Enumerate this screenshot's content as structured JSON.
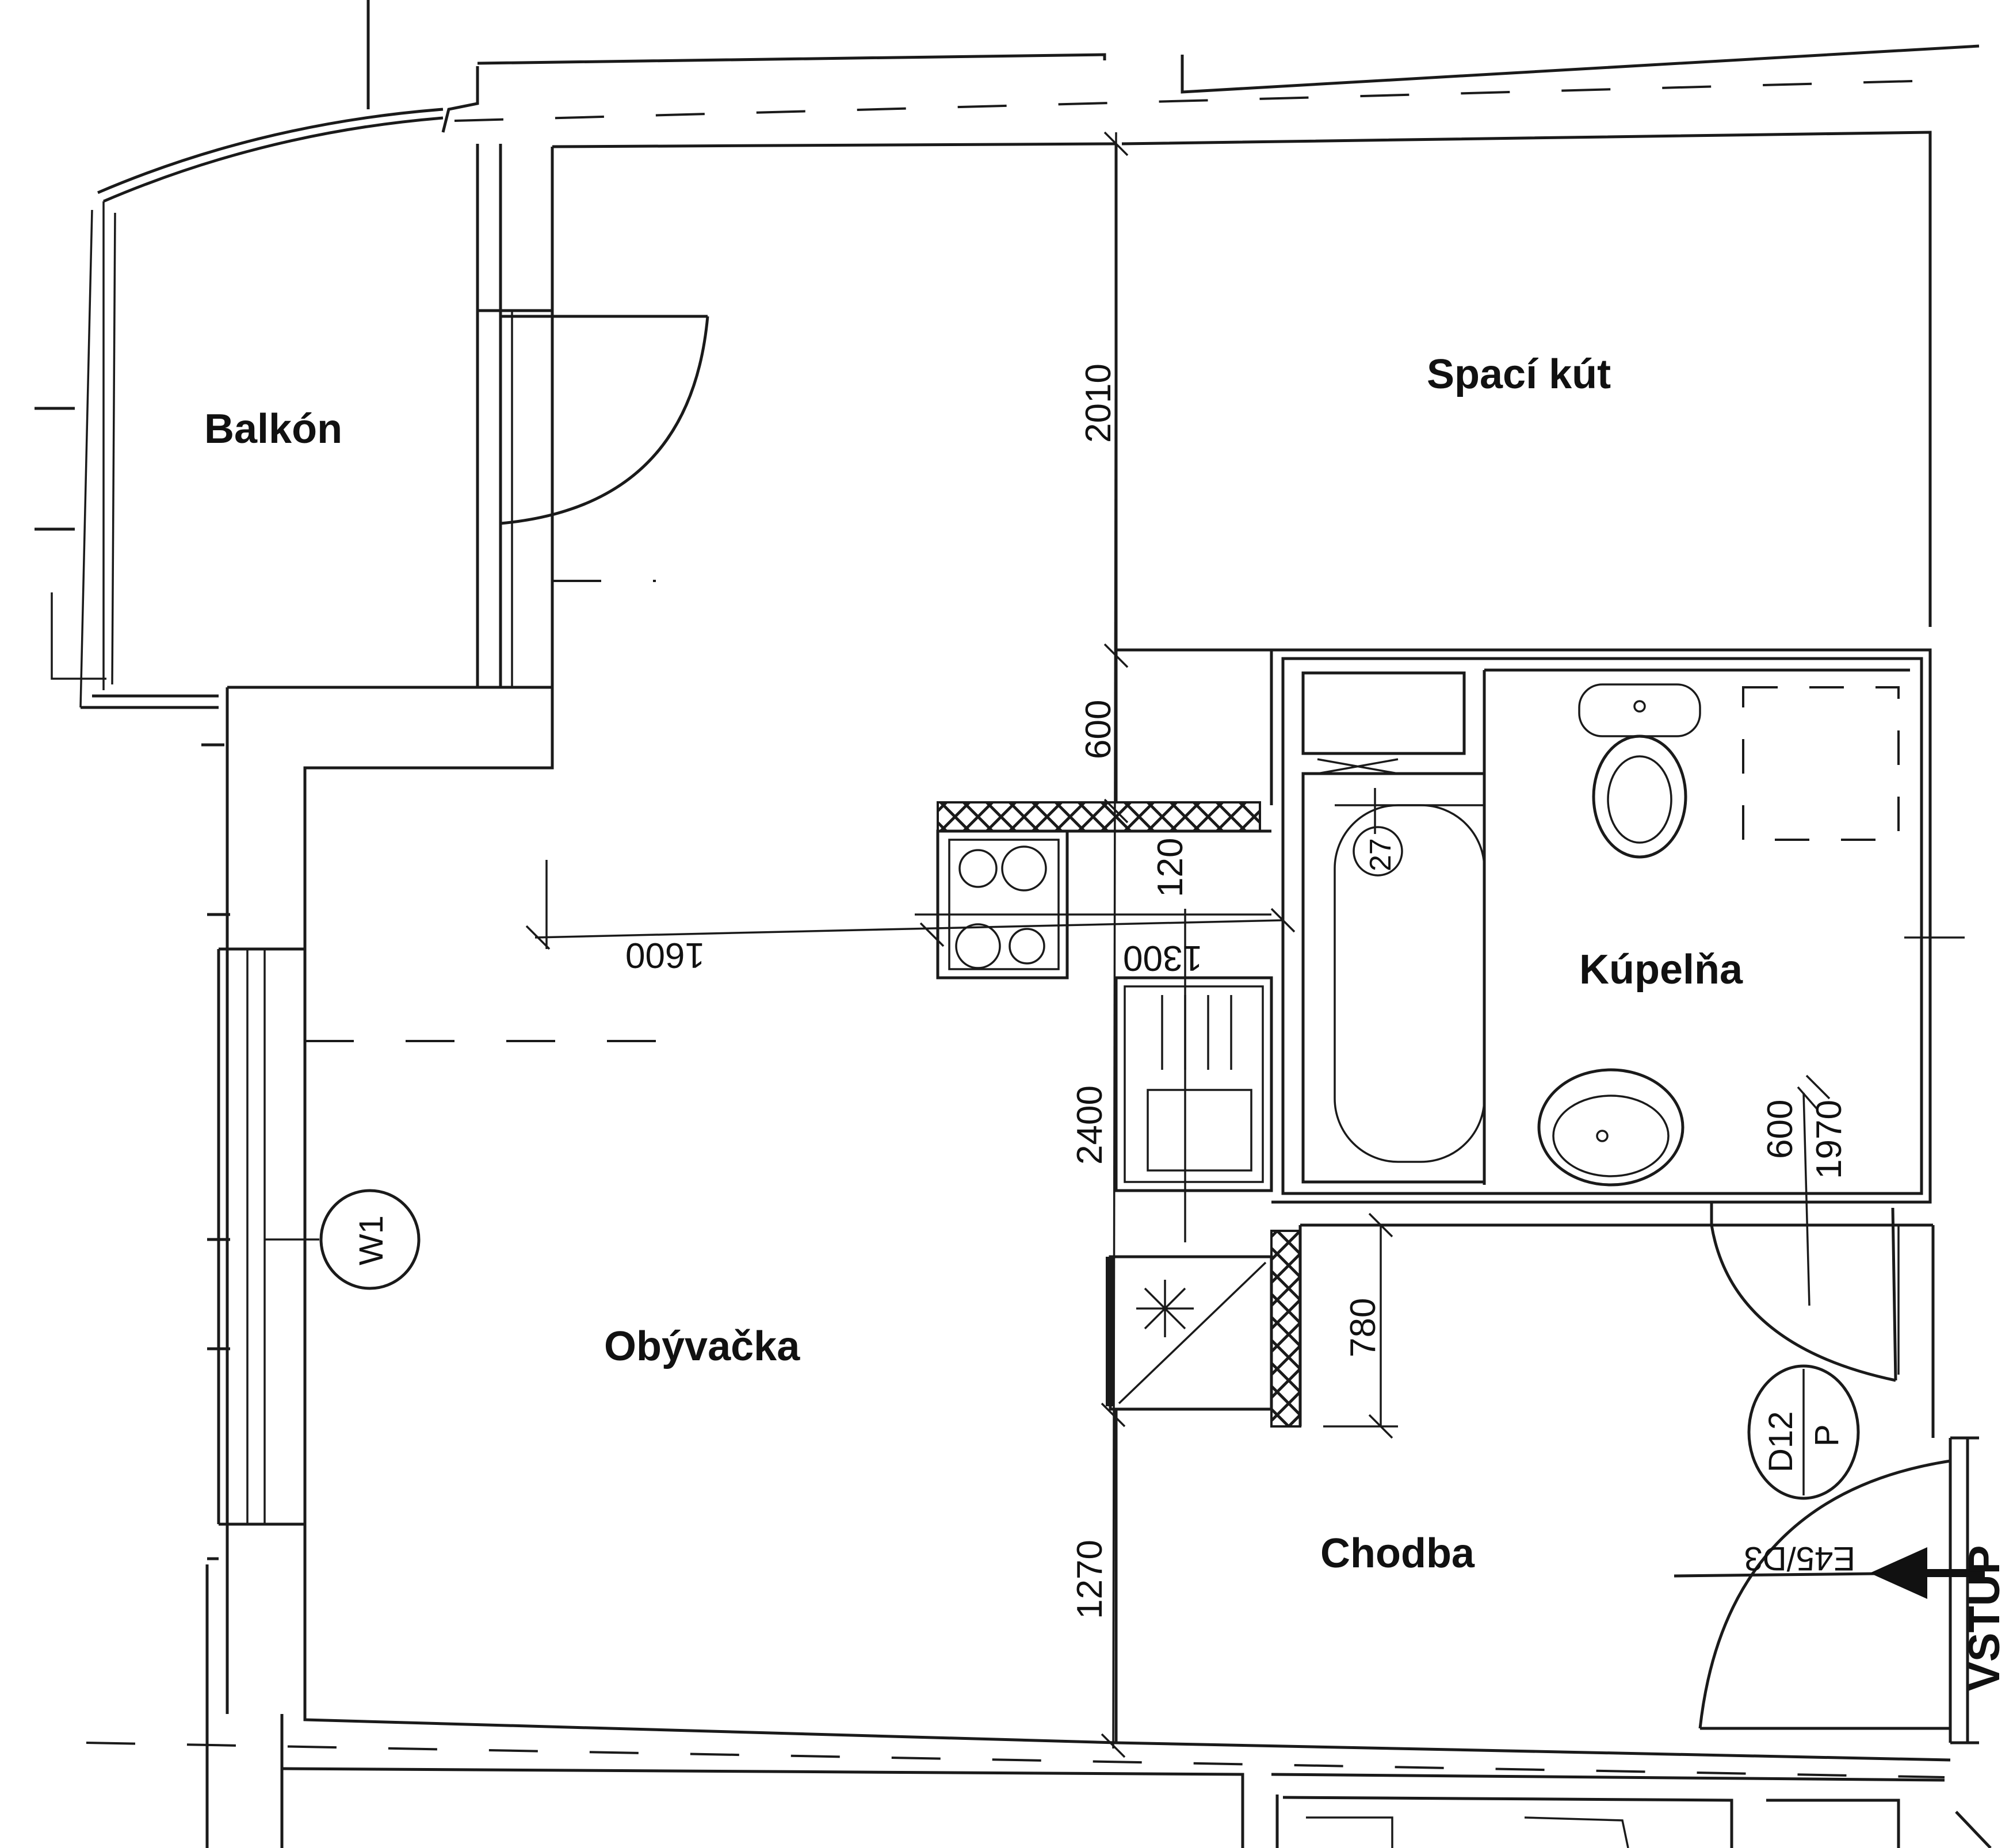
{
  "rooms": {
    "balcony": "Balkón",
    "sleeping": "Spací kút",
    "bathroom": "Kúpelňa",
    "living": "Obývačka",
    "hall": "Chodba"
  },
  "dimensions": {
    "d2010": "2010",
    "d600_top": "600",
    "d120": "120",
    "d1600": "1600",
    "d1300": "1300",
    "d2400": "2400",
    "d780": "780",
    "d1270": "1270",
    "d600_bath": "600",
    "d1970": "1970",
    "d27": "27"
  },
  "tags": {
    "window": "W1",
    "door_bath_code": "D12",
    "door_bath_type": "P",
    "door_entry": "E45/D3"
  },
  "entrance": "VSTUP"
}
